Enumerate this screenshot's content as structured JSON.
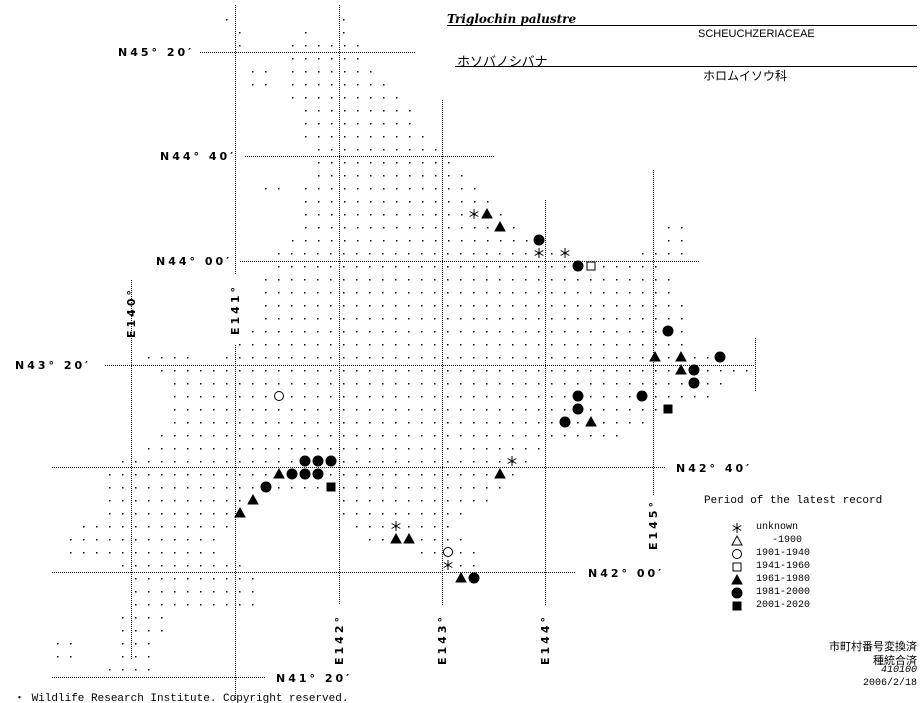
{
  "title": {
    "scientific_name": "Triglochin palustre",
    "family_latin": "SCHEUCHZERIACEAE",
    "japanese_name": "ホソバノシバナ",
    "family_japanese": "ホロムイソウ科"
  },
  "latitude_labels": [
    "N45° 20′",
    "N44° 40′",
    "N44° 00′",
    "N43° 20′",
    "N42° 40′",
    "N42° 00′",
    "N41° 20′"
  ],
  "longitude_labels": [
    "E140°",
    "E141°",
    "E142°",
    "E143°",
    "E144°",
    "E145°"
  ],
  "legend": {
    "title": "Period of the latest record",
    "items": [
      {
        "symbol": "asterisk",
        "label": "unknown"
      },
      {
        "symbol": "open-triangle",
        "label": "-1900"
      },
      {
        "symbol": "open-circle",
        "label": "1901-1940"
      },
      {
        "symbol": "open-square",
        "label": "1941-1960"
      },
      {
        "symbol": "filled-triangle",
        "label": "1961-1980"
      },
      {
        "symbol": "filled-circle",
        "label": "1981-2000"
      },
      {
        "symbol": "filled-square",
        "label": "2001-2020"
      }
    ]
  },
  "footer": {
    "note1": "市町村番号変換済",
    "note2": "種統合済",
    "code": "410100",
    "date": "2006/2/18",
    "copyright": "・ Wildlife Research Institute. Copyright reserved."
  }
}
